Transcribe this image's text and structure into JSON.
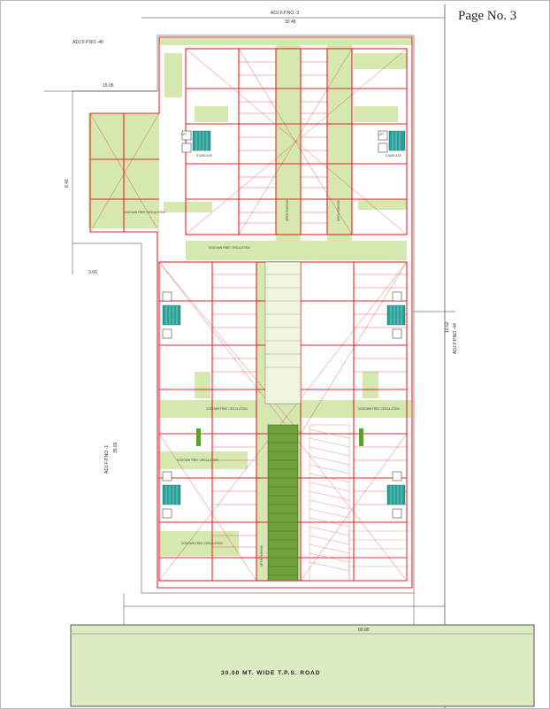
{
  "page": {
    "number_label": "Page No. 3"
  },
  "plot": {
    "north_adjoining": "ADJ.F.P.NO.-3",
    "northwest_adjoining": "ADJ.F.P.NO.-46",
    "east_adjoining": "ADJ.F.P.NO.-44",
    "west_adjoining": "ADJ.F.P.NO.-1",
    "road_label": "30.00 MT. WIDE T.P.S. ROAD"
  },
  "dimensions": {
    "top": "30.48",
    "upper_left": "15.05",
    "left_mid": "8.46",
    "east": "10.52",
    "west": "35.66",
    "road": "60.00",
    "step": "3.66"
  },
  "labels": {
    "common_passage": "GODOWN FREE CIRCULATION",
    "parking": "OPEN PARKING",
    "lift": "LIFT",
    "staircase": "STAIRCASE"
  },
  "colors": {
    "wall": "#e0262c",
    "green_zone": "#d4e8b0",
    "road_fill": "#dcebc2",
    "stair_fill": "#2aa198",
    "ramp_fill": "#6fa23a"
  }
}
